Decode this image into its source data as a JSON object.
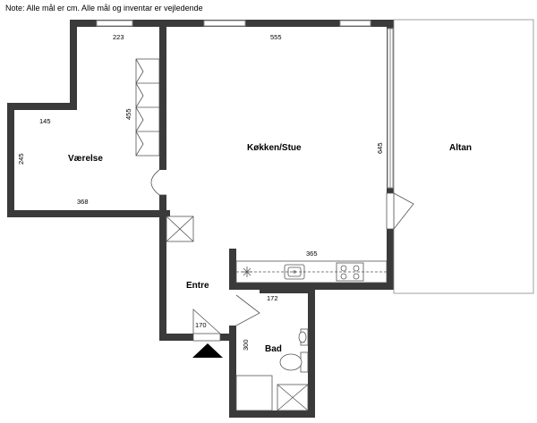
{
  "note": "Note: Alle mål er cm. Alle mål og inventar er vejledende",
  "rooms": {
    "vaerelse": "Værelse",
    "kokken_stue": "Køkken/Stue",
    "altan": "Altan",
    "entre": "Entre",
    "bad": "Bad"
  },
  "dimensions": {
    "vaerelse_width_top": "223",
    "vaerelse_width_left": "145",
    "vaerelse_height": "245",
    "vaerelse_width_bottom": "368",
    "wardrobe": "455",
    "kokken_width": "555",
    "kokken_height": "645",
    "kitchen_counter": "365",
    "entre_width": "172",
    "entre_door": "170",
    "bad_height": "300"
  },
  "colors": {
    "wall": "#3a3a3a",
    "window": "#8a8a8a",
    "fixture": "#555555",
    "entrance_marker": "#000000"
  },
  "icons": [
    "entrance-arrow-icon",
    "sink-icon",
    "hob-icon",
    "toilet-icon",
    "washbasin-icon",
    "shower-icon"
  ]
}
